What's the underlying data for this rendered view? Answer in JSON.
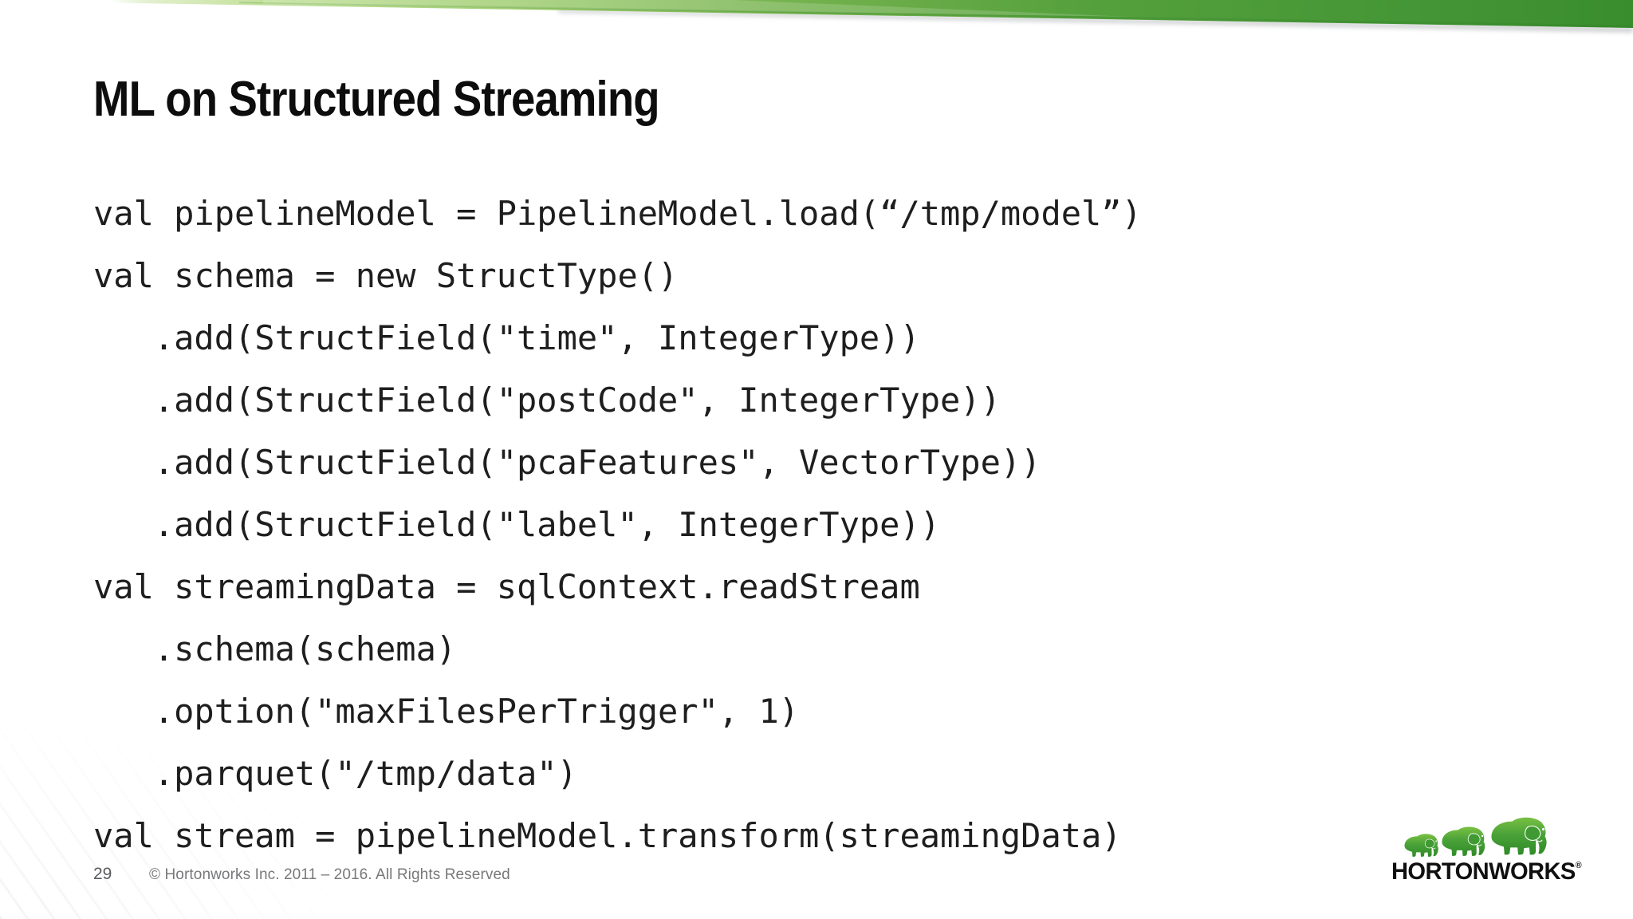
{
  "slide": {
    "title": "ML on Structured Streaming",
    "page_number": "29",
    "copyright": "© Hortonworks Inc. 2011 – 2016. All Rights Reserved"
  },
  "code": {
    "language": "scala",
    "lines": [
      "val pipelineModel = PipelineModel.load(“/tmp/model”)",
      "val schema = new StructType()",
      "   .add(StructField(\"time\", IntegerType))",
      "   .add(StructField(\"postCode\", IntegerType))",
      "   .add(StructField(\"pcaFeatures\", VectorType))",
      "   .add(StructField(\"label\", IntegerType))",
      "val streamingData = sqlContext.readStream",
      "   .schema(schema)",
      "   .option(\"maxFilesPerTrigger\", 1)",
      "   .parquet(\"/tmp/data\")",
      "val stream = pipelineModel.transform(streamingData)"
    ]
  },
  "logo": {
    "brand": "HORTONWORKS",
    "registered_mark": "®",
    "icon": "elephant-trio-icon"
  },
  "colors": {
    "band_green_dark": "#3a8d2d",
    "band_green_mid": "#54a03c",
    "band_green_light": "#dcedc2",
    "logo_green_top": "#79c143",
    "logo_green_bottom": "#2f8b28",
    "title_text": "#0d0d0d",
    "code_text": "#1e1e1e",
    "footer_text": "#77787a"
  }
}
